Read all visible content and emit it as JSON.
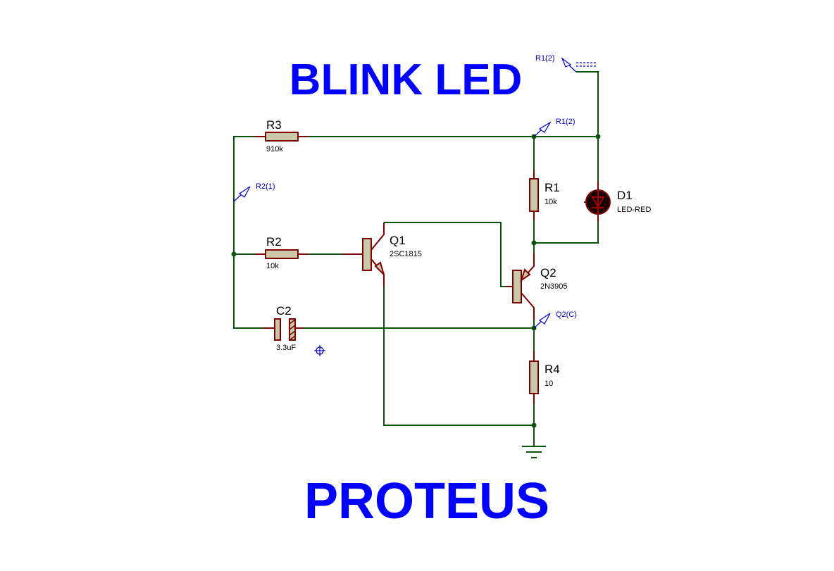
{
  "title": "BLINK LED",
  "footer": "PROTEUS",
  "colors": {
    "title": "#0000ff",
    "wire": "#0b530b",
    "pin": "#800000",
    "component_body": "#c8c8aa",
    "probe": "#0000cc"
  },
  "components": {
    "r3": {
      "ref": "R3",
      "value": "910k"
    },
    "r1": {
      "ref": "R1",
      "value": "10k"
    },
    "r2": {
      "ref": "R2",
      "value": "10k"
    },
    "r4": {
      "ref": "R4",
      "value": "10"
    },
    "d1": {
      "ref": "D1",
      "value": "LED-RED"
    },
    "q1": {
      "ref": "Q1",
      "value": "2SC1815"
    },
    "q2": {
      "ref": "Q2",
      "value": "2N3905"
    },
    "c2": {
      "ref": "C2",
      "value": "3.3uF"
    }
  },
  "probes": {
    "terminal": "R1(2)",
    "top_net": "R1(2)",
    "left_net": "R2(1)",
    "q2c": "Q2(C)"
  }
}
